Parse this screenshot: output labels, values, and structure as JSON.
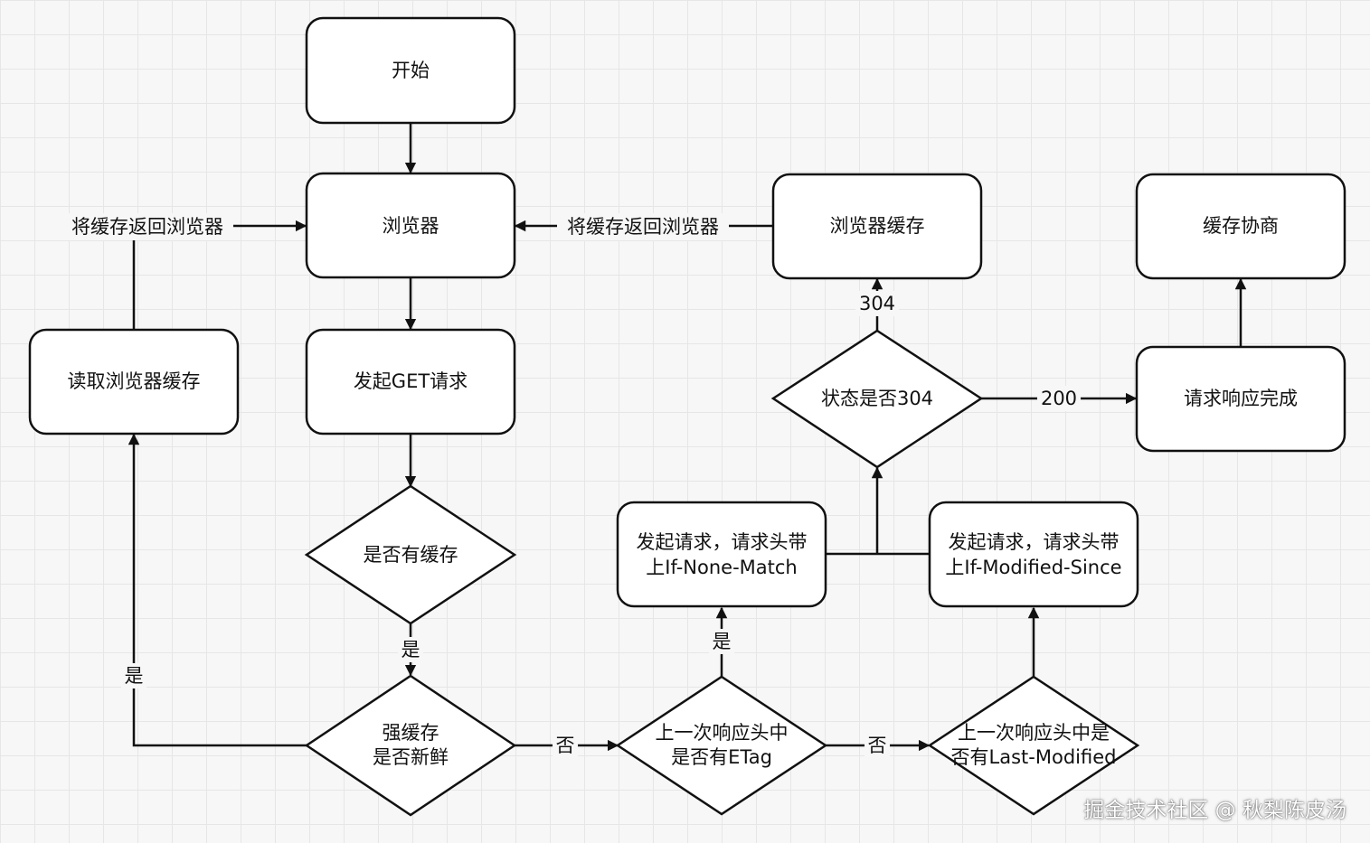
{
  "nodes": {
    "start": "开始",
    "browser": "浏览器",
    "get_request": "发起GET请求",
    "has_cache": "是否有缓存",
    "strong_cache_fresh": [
      "强缓存",
      "是否新鲜"
    ],
    "read_browser_cache": "读取浏览器缓存",
    "has_etag": [
      "上一次响应头中",
      "是否有ETag"
    ],
    "has_last_modified": [
      "上一次响应头中是",
      "否有Last-Modified"
    ],
    "req_if_none_match": [
      "发起请求，请求头带",
      "上If-None-Match"
    ],
    "req_if_modified_since": [
      "发起请求，请求头带",
      "上If-Modified-Since"
    ],
    "status_304": "状态是否304",
    "browser_cache": "浏览器缓存",
    "response_complete": "请求响应完成",
    "cache_negotiation": "缓存协商"
  },
  "edge_labels": {
    "return_to_browser_left": "将缓存返回浏览器",
    "return_to_browser_right": "将缓存返回浏览器",
    "has_cache_yes": "是",
    "fresh_yes": "是",
    "fresh_no": "否",
    "etag_yes": "是",
    "etag_no": "否",
    "code_304": "304",
    "code_200": "200"
  },
  "watermark": "掘金技术社区 @ 秋梨陈皮汤"
}
